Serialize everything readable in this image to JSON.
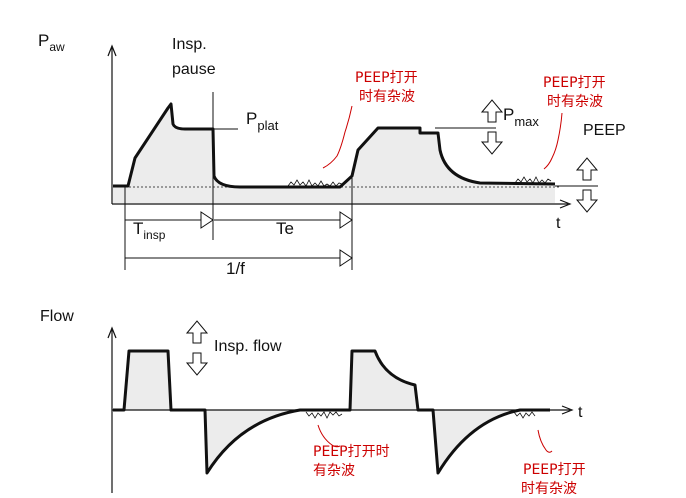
{
  "colors": {
    "line": "#111111",
    "fill": "#ececec",
    "annotation": "#cc0000",
    "background": "#ffffff"
  },
  "pressure_panel": {
    "y_axis_label": "P",
    "y_axis_sub": "aw",
    "x_axis_label": "t",
    "insp_pause_line1": "Insp.",
    "insp_pause_line2": "pause",
    "pplat_main": "P",
    "pplat_sub": "plat",
    "pmax_main": "P",
    "pmax_sub": "max",
    "peep_label": "PEEP",
    "tinsp_main": "T",
    "tinsp_sub": "insp",
    "te_label": "Te",
    "period_label": "1/f",
    "note_1_line1": "PEEP打开",
    "note_1_line2": "时有杂波",
    "note_2_line1": "PEEP打开",
    "note_2_line2": "时有杂波"
  },
  "flow_panel": {
    "y_axis_label": "Flow",
    "x_axis_label": "t",
    "insp_flow_label": "Insp. flow",
    "note_3_line1": "PEEP打开时",
    "note_3_line2": "有杂波",
    "note_4_line1": "PEEP打开",
    "note_4_line2": "时有杂波"
  },
  "icons": [
    "up-down-arrow-icon",
    "up-down-arrow-icon",
    "up-down-arrow-icon"
  ]
}
